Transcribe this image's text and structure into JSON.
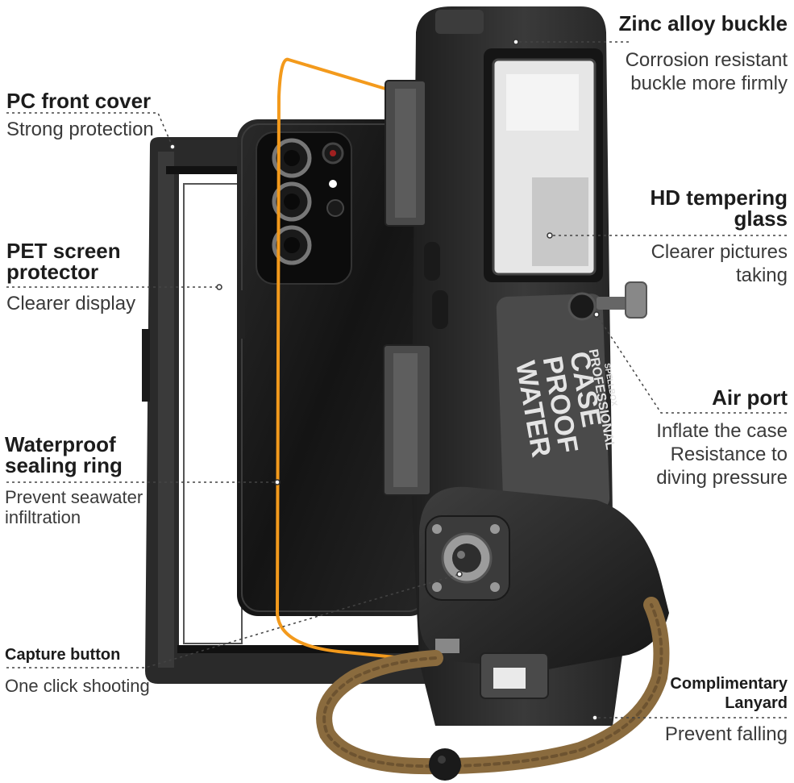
{
  "callouts": {
    "zinc": {
      "title": "Zinc alloy buckle",
      "desc1": "Corrosion resistant",
      "desc2": "buckle more firmly"
    },
    "pc": {
      "title": "PC front cover",
      "desc1": "Strong protection"
    },
    "hd": {
      "title1": "HD tempering",
      "title2": "glass",
      "desc1": "Clearer pictures",
      "desc2": "taking"
    },
    "pet": {
      "title1": "PET screen",
      "title2": "protector",
      "desc1": "Clearer display"
    },
    "air": {
      "title": "Air port",
      "desc1": "Inflate the case",
      "desc2": "Resistance to",
      "desc3": "diving pressure"
    },
    "seal": {
      "title1": "Waterproof",
      "title2": "sealing ring",
      "desc1": "Prevent seawater",
      "desc2": "infiltration"
    },
    "capture": {
      "title": "Capture button",
      "desc1": "One click shooting"
    },
    "lanyard": {
      "title1": "Complimentary",
      "title2": "Lanyard",
      "desc1": "Prevent falling"
    }
  },
  "case_print": {
    "line1": "WATER",
    "line2": "PROOF",
    "line3": "CASE",
    "line4": "PROFESSIONAL",
    "small": "SPELLBOX"
  },
  "colors": {
    "accent": "#f39a1c",
    "case": "#2b2b2b",
    "lanyard": "#8a6b3e"
  }
}
